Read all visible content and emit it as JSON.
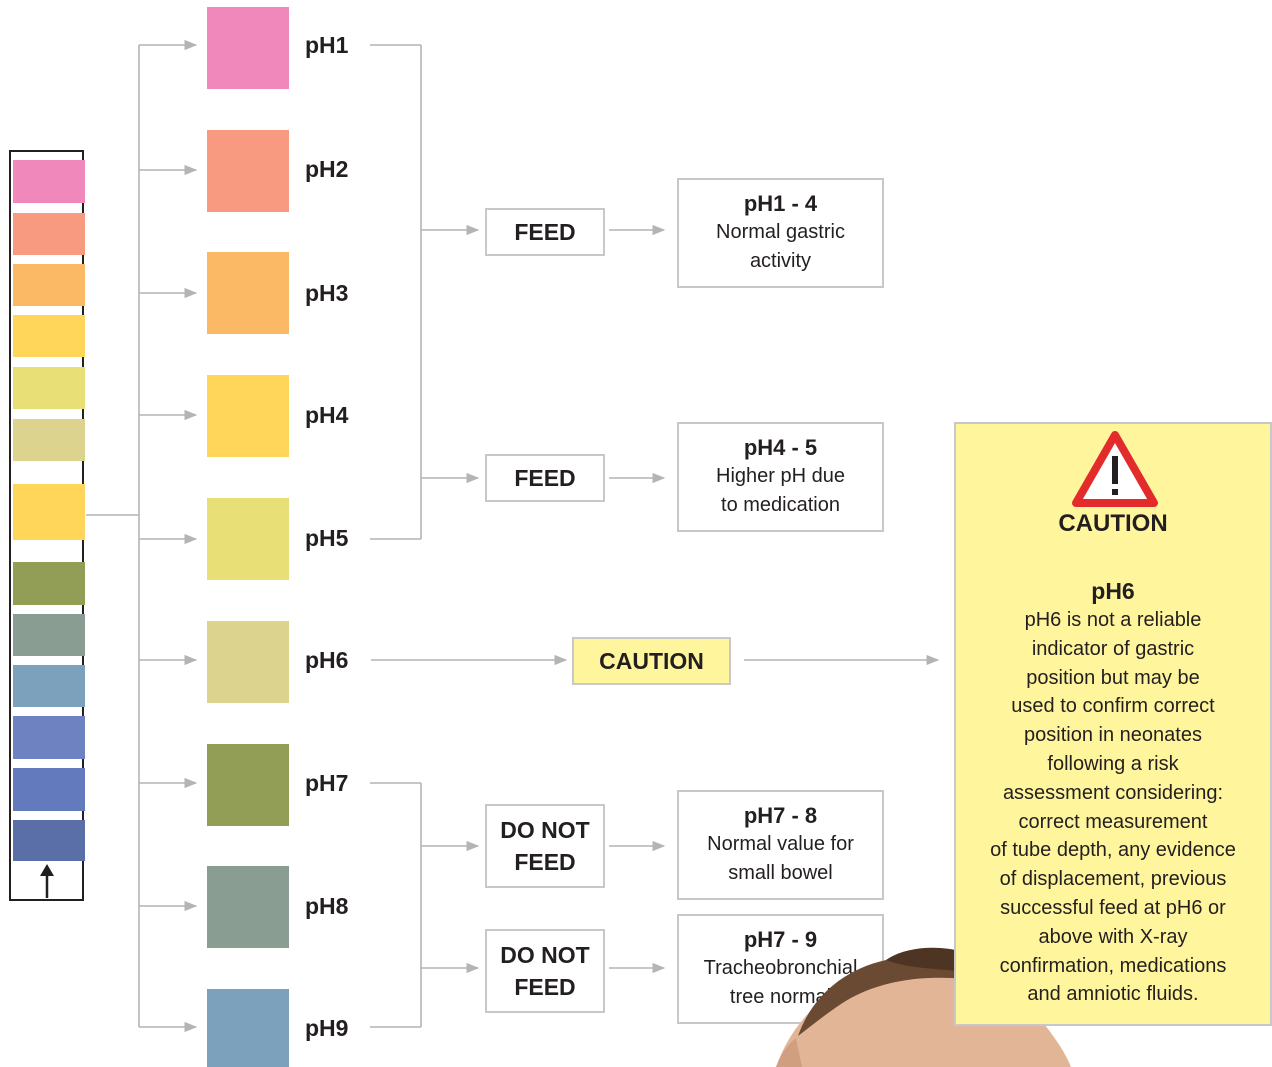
{
  "strip": {
    "pads": [
      "#f088bb",
      "#f89a80",
      "#fbb966",
      "#ffd55a",
      "#e8e076",
      "#dcd38f",
      "#ffd55a",
      "#929d56",
      "#8a9d93",
      "#7ba1bd",
      "#6e82c2",
      "#637bbc",
      "#5a6fa8"
    ]
  },
  "swatches": [
    {
      "label": "pH1",
      "color": "#f088bb"
    },
    {
      "label": "pH2",
      "color": "#f89a80"
    },
    {
      "label": "pH3",
      "color": "#fbb966"
    },
    {
      "label": "pH4",
      "color": "#ffd55a"
    },
    {
      "label": "pH5",
      "color": "#e8e076"
    },
    {
      "label": "pH6",
      "color": "#dcd38f"
    },
    {
      "label": "pH7",
      "color": "#929d56"
    },
    {
      "label": "pH8",
      "color": "#8a9d93"
    },
    {
      "label": "pH9",
      "color": "#7ba1bd"
    }
  ],
  "actions": {
    "feed1": "FEED",
    "feed2": "FEED",
    "caution": "CAUTION",
    "donot1": {
      "line1": "DO NOT",
      "line2": "FEED"
    },
    "donot2": {
      "line1": "DO NOT",
      "line2": "FEED"
    }
  },
  "results": [
    {
      "title": "pH1 - 4",
      "lines": [
        "Normal gastric",
        "activity"
      ]
    },
    {
      "title": "pH4 - 5",
      "lines": [
        "Higher pH due",
        "to medication"
      ]
    },
    {
      "title": "pH7 - 8",
      "lines": [
        "Normal value for",
        "small bowel"
      ]
    },
    {
      "title": "pH7 - 9",
      "lines": [
        "Tracheobronchial",
        "tree normal"
      ]
    }
  ],
  "caution_panel": {
    "heading": "CAUTION",
    "subheading": "pH6",
    "icon": "warning-triangle-icon",
    "body_lines": [
      "pH6 is not a reliable",
      "indicator of gastric",
      "position but may be",
      "used to confirm correct",
      "position in neonates",
      "following a risk",
      "assessment considering:",
      "correct measurement",
      "of tube depth, any evidence",
      "of displacement, previous",
      "successful feed at pH6 or",
      "above with X-ray",
      "confirmation, medications",
      "and amniotic fluids."
    ]
  },
  "colors": {
    "caution_fill": "#fff59d",
    "connector": "#b4b4b4",
    "warning_red": "#e32b2b"
  }
}
